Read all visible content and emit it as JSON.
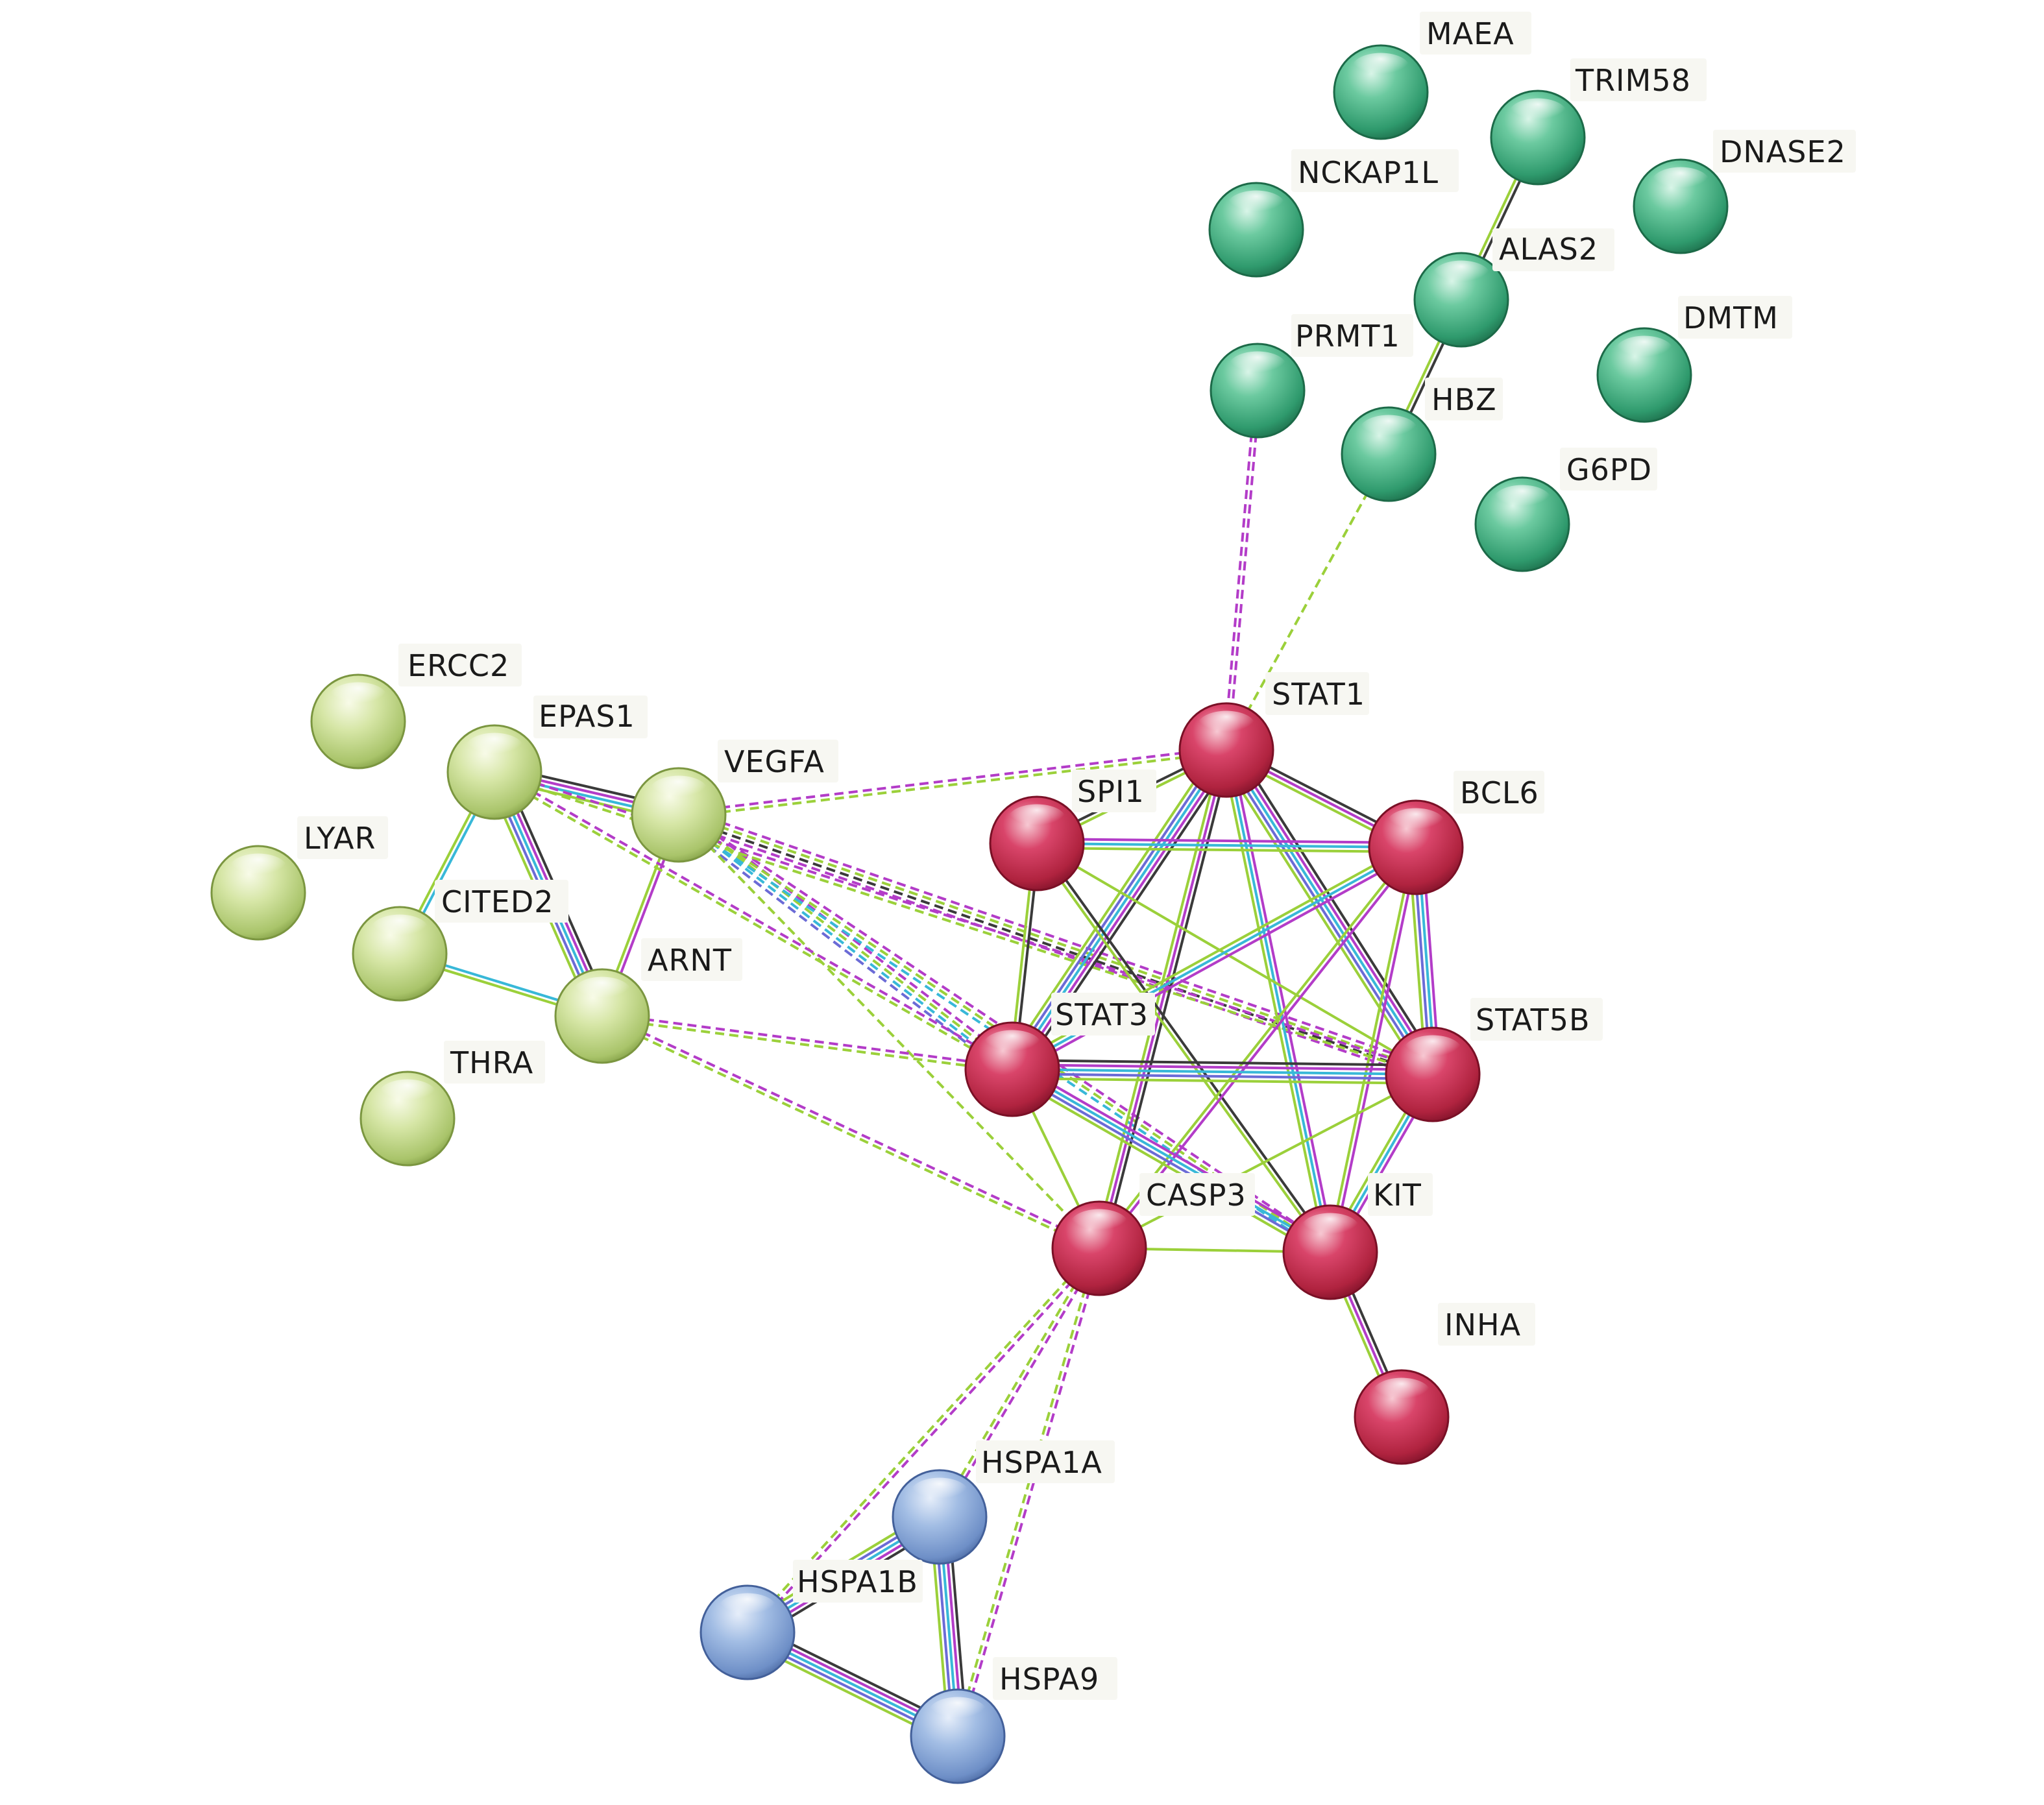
{
  "colors": {
    "edge_dashed_green": "#9bd03a",
    "edge_dashed_purple": "#b33cc8",
    "edge_black": "#3a3a3a",
    "edge_green": "#9bd03a",
    "edge_purple": "#b33cc8",
    "edge_cyan": "#38b8d8",
    "edge_blue": "#6b6bd6",
    "cluster_teal": "#3fae82",
    "cluster_lime": "#c6dc8e",
    "cluster_red": "#d23a5c",
    "cluster_blue": "#7ea2d6"
  },
  "nodes": [
    {
      "id": "MAEA",
      "label": "MAEA",
      "cluster": "teal"
    },
    {
      "id": "TRIM58",
      "label": "TRIM58",
      "cluster": "teal"
    },
    {
      "id": "NCKAP1L",
      "label": "NCKAP1L",
      "cluster": "teal"
    },
    {
      "id": "DNASE2",
      "label": "DNASE2",
      "cluster": "teal"
    },
    {
      "id": "ALAS2",
      "label": "ALAS2",
      "cluster": "teal"
    },
    {
      "id": "DMTM",
      "label": "DMTM",
      "cluster": "teal"
    },
    {
      "id": "PRMT1",
      "label": "PRMT1",
      "cluster": "teal"
    },
    {
      "id": "HBZ",
      "label": "HBZ",
      "cluster": "teal"
    },
    {
      "id": "G6PD",
      "label": "G6PD",
      "cluster": "teal"
    },
    {
      "id": "ERCC2",
      "label": "ERCC2",
      "cluster": "lime"
    },
    {
      "id": "EPAS1",
      "label": "EPAS1",
      "cluster": "lime"
    },
    {
      "id": "VEGFA",
      "label": "VEGFA",
      "cluster": "lime"
    },
    {
      "id": "LYAR",
      "label": "LYAR",
      "cluster": "lime"
    },
    {
      "id": "CITED2",
      "label": "CITED2",
      "cluster": "lime"
    },
    {
      "id": "ARNT",
      "label": "ARNT",
      "cluster": "lime"
    },
    {
      "id": "THRA",
      "label": "THRA",
      "cluster": "lime"
    },
    {
      "id": "STAT1",
      "label": "STAT1",
      "cluster": "red"
    },
    {
      "id": "SPI1",
      "label": "SPI1",
      "cluster": "red"
    },
    {
      "id": "BCL6",
      "label": "BCL6",
      "cluster": "red"
    },
    {
      "id": "STAT3",
      "label": "STAT3",
      "cluster": "red"
    },
    {
      "id": "STAT5B",
      "label": "STAT5B",
      "cluster": "red"
    },
    {
      "id": "CASP3",
      "label": "CASP3",
      "cluster": "red"
    },
    {
      "id": "KIT",
      "label": "KIT",
      "cluster": "red"
    },
    {
      "id": "INHA",
      "label": "INHA",
      "cluster": "red"
    },
    {
      "id": "HSPA1A",
      "label": "HSPA1A",
      "cluster": "blue"
    },
    {
      "id": "HSPA1B",
      "label": "HSPA1B",
      "cluster": "blue"
    },
    {
      "id": "HSPA9",
      "label": "HSPA9",
      "cluster": "blue"
    }
  ],
  "edges": [
    {
      "source": "TRIM58",
      "target": "ALAS2",
      "colors": [
        "edge_black",
        "edge_green"
      ]
    },
    {
      "source": "ALAS2",
      "target": "HBZ",
      "colors": [
        "edge_black",
        "edge_green"
      ]
    },
    {
      "source": "PRMT1",
      "target": "STAT1",
      "colors": [
        "edge_dashed_purple",
        "edge_dashed_purple"
      ],
      "dashed": true
    },
    {
      "source": "HBZ",
      "target": "STAT1",
      "colors": [
        "edge_dashed_green"
      ],
      "dashed": true
    },
    {
      "source": "EPAS1",
      "target": "VEGFA",
      "colors": [
        "edge_black",
        "edge_purple",
        "edge_cyan",
        "edge_green"
      ]
    },
    {
      "source": "EPAS1",
      "target": "ARNT",
      "colors": [
        "edge_black",
        "edge_purple",
        "edge_cyan",
        "edge_blue",
        "edge_green"
      ]
    },
    {
      "source": "EPAS1",
      "target": "CITED2",
      "colors": [
        "edge_cyan",
        "edge_green"
      ]
    },
    {
      "source": "CITED2",
      "target": "ARNT",
      "colors": [
        "edge_cyan",
        "edge_green"
      ]
    },
    {
      "source": "VEGFA",
      "target": "ARNT",
      "colors": [
        "edge_purple",
        "edge_green"
      ]
    },
    {
      "source": "VEGFA",
      "target": "STAT1",
      "colors": [
        "edge_dashed_purple",
        "edge_dashed_green"
      ],
      "dashed": true
    },
    {
      "source": "VEGFA",
      "target": "STAT3",
      "colors": [
        "edge_dashed_purple",
        "edge_dashed_green",
        "edge_cyan",
        "edge_blue"
      ],
      "dashed": true
    },
    {
      "source": "VEGFA",
      "target": "STAT5B",
      "colors": [
        "edge_dashed_purple",
        "edge_dashed_green",
        "edge_black",
        "edge_dashed_purple"
      ],
      "dashed": true
    },
    {
      "source": "VEGFA",
      "target": "CASP3",
      "colors": [
        "edge_dashed_green"
      ],
      "dashed": true
    },
    {
      "source": "VEGFA",
      "target": "KIT",
      "colors": [
        "edge_dashed_purple",
        "edge_dashed_green",
        "edge_cyan"
      ],
      "dashed": true
    },
    {
      "source": "EPAS1",
      "target": "STAT3",
      "colors": [
        "edge_dashed_purple",
        "edge_dashed_green"
      ],
      "dashed": true
    },
    {
      "source": "EPAS1",
      "target": "STAT5B",
      "colors": [
        "edge_dashed_purple",
        "edge_dashed_green"
      ],
      "dashed": true
    },
    {
      "source": "ARNT",
      "target": "STAT3",
      "colors": [
        "edge_dashed_purple",
        "edge_dashed_green"
      ],
      "dashed": true
    },
    {
      "source": "ARNT",
      "target": "CASP3",
      "colors": [
        "edge_dashed_purple",
        "edge_dashed_green"
      ],
      "dashed": true
    },
    {
      "source": "STAT1",
      "target": "SPI1",
      "colors": [
        "edge_green",
        "edge_black"
      ]
    },
    {
      "source": "STAT1",
      "target": "BCL6",
      "colors": [
        "edge_black",
        "edge_purple",
        "edge_green"
      ]
    },
    {
      "source": "STAT1",
      "target": "STAT3",
      "colors": [
        "edge_black",
        "edge_purple",
        "edge_cyan",
        "edge_blue",
        "edge_green"
      ]
    },
    {
      "source": "STAT1",
      "target": "STAT5B",
      "colors": [
        "edge_black",
        "edge_purple",
        "edge_cyan",
        "edge_blue",
        "edge_green"
      ]
    },
    {
      "source": "STAT1",
      "target": "CASP3",
      "colors": [
        "edge_black",
        "edge_purple",
        "edge_green"
      ]
    },
    {
      "source": "STAT1",
      "target": "KIT",
      "colors": [
        "edge_purple",
        "edge_cyan",
        "edge_green"
      ]
    },
    {
      "source": "SPI1",
      "target": "BCL6",
      "colors": [
        "edge_purple",
        "edge_cyan",
        "edge_green"
      ]
    },
    {
      "source": "SPI1",
      "target": "STAT3",
      "colors": [
        "edge_black",
        "edge_green"
      ]
    },
    {
      "source": "SPI1",
      "target": "KIT",
      "colors": [
        "edge_black",
        "edge_green"
      ]
    },
    {
      "source": "SPI1",
      "target": "STAT5B",
      "colors": [
        "edge_green"
      ]
    },
    {
      "source": "BCL6",
      "target": "STAT3",
      "colors": [
        "edge_purple",
        "edge_cyan",
        "edge_green"
      ]
    },
    {
      "source": "BCL6",
      "target": "STAT5B",
      "colors": [
        "edge_purple",
        "edge_cyan",
        "edge_blue",
        "edge_green"
      ]
    },
    {
      "source": "BCL6",
      "target": "CASP3",
      "colors": [
        "edge_purple",
        "edge_green"
      ]
    },
    {
      "source": "BCL6",
      "target": "KIT",
      "colors": [
        "edge_purple",
        "edge_green"
      ]
    },
    {
      "source": "STAT3",
      "target": "STAT5B",
      "colors": [
        "edge_black",
        "edge_purple",
        "edge_cyan",
        "edge_blue",
        "edge_green"
      ]
    },
    {
      "source": "STAT3",
      "target": "CASP3",
      "colors": [
        "edge_green"
      ]
    },
    {
      "source": "STAT3",
      "target": "KIT",
      "colors": [
        "edge_purple",
        "edge_cyan",
        "edge_blue",
        "edge_green"
      ]
    },
    {
      "source": "STAT5B",
      "target": "CASP3",
      "colors": [
        "edge_green"
      ]
    },
    {
      "source": "STAT5B",
      "target": "KIT",
      "colors": [
        "edge_purple",
        "edge_cyan",
        "edge_green"
      ]
    },
    {
      "source": "CASP3",
      "target": "KIT",
      "colors": [
        "edge_green"
      ]
    },
    {
      "source": "KIT",
      "target": "INHA",
      "colors": [
        "edge_black",
        "edge_purple",
        "edge_green"
      ]
    },
    {
      "source": "CASP3",
      "target": "HSPA1A",
      "colors": [
        "edge_dashed_purple",
        "edge_dashed_green"
      ],
      "dashed": true
    },
    {
      "source": "CASP3",
      "target": "HSPA1B",
      "colors": [
        "edge_dashed_purple",
        "edge_dashed_green"
      ],
      "dashed": true
    },
    {
      "source": "CASP3",
      "target": "HSPA9",
      "colors": [
        "edge_dashed_purple",
        "edge_dashed_green"
      ],
      "dashed": true
    },
    {
      "source": "HSPA1A",
      "target": "HSPA1B",
      "colors": [
        "edge_black",
        "edge_purple",
        "edge_cyan",
        "edge_blue",
        "edge_green"
      ]
    },
    {
      "source": "HSPA1A",
      "target": "HSPA9",
      "colors": [
        "edge_black",
        "edge_purple",
        "edge_cyan",
        "edge_blue",
        "edge_green"
      ]
    },
    {
      "source": "HSPA1B",
      "target": "HSPA9",
      "colors": [
        "edge_black",
        "edge_purple",
        "edge_cyan",
        "edge_blue",
        "edge_green"
      ]
    }
  ]
}
